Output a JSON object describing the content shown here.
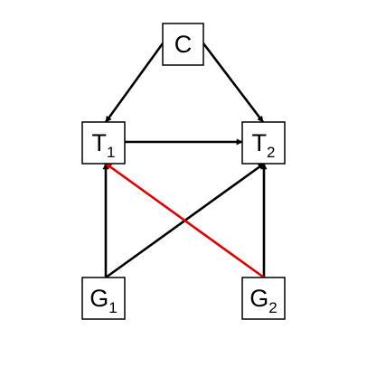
{
  "diagram": {
    "nodes": [
      {
        "id": "C",
        "label": "C",
        "sub": ""
      },
      {
        "id": "T1",
        "label": "T",
        "sub": "1"
      },
      {
        "id": "T2",
        "label": "T",
        "sub": "2"
      },
      {
        "id": "G1",
        "label": "G",
        "sub": "1"
      },
      {
        "id": "G2",
        "label": "G",
        "sub": "2"
      }
    ],
    "edges": [
      {
        "from": "C",
        "to": "T1",
        "color": "#000000"
      },
      {
        "from": "C",
        "to": "T2",
        "color": "#000000"
      },
      {
        "from": "T1",
        "to": "T2",
        "color": "#000000"
      },
      {
        "from": "G1",
        "to": "T1",
        "color": "#000000"
      },
      {
        "from": "G1",
        "to": "T2",
        "color": "#000000"
      },
      {
        "from": "G2",
        "to": "T2",
        "color": "#000000"
      },
      {
        "from": "G2",
        "to": "T1",
        "color": "#e00000"
      }
    ]
  }
}
